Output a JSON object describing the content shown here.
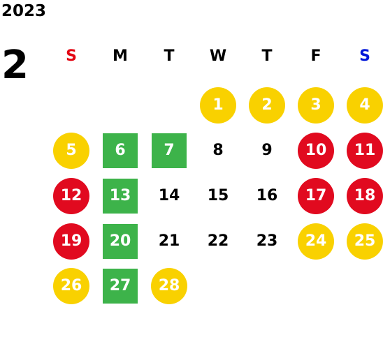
{
  "year": "2023",
  "month": "2",
  "colors": {
    "sunday": "#e30613",
    "saturday": "#0016d9",
    "weekday": "#000000",
    "yellow": "#f9d100",
    "red": "#e10a1f",
    "green": "#3db34a"
  },
  "weekdays": [
    {
      "label": "S",
      "type": "sunday"
    },
    {
      "label": "M",
      "type": "weekday"
    },
    {
      "label": "T",
      "type": "weekday"
    },
    {
      "label": "W",
      "type": "weekday"
    },
    {
      "label": "T",
      "type": "weekday"
    },
    {
      "label": "F",
      "type": "weekday"
    },
    {
      "label": "S",
      "type": "saturday"
    }
  ],
  "days": [
    {
      "n": "1",
      "mark": "yellow"
    },
    {
      "n": "2",
      "mark": "yellow"
    },
    {
      "n": "3",
      "mark": "yellow"
    },
    {
      "n": "4",
      "mark": "yellow"
    },
    {
      "n": "5",
      "mark": "yellow"
    },
    {
      "n": "6",
      "mark": "green"
    },
    {
      "n": "7",
      "mark": "green"
    },
    {
      "n": "8",
      "mark": "none"
    },
    {
      "n": "9",
      "mark": "none"
    },
    {
      "n": "10",
      "mark": "red"
    },
    {
      "n": "11",
      "mark": "red"
    },
    {
      "n": "12",
      "mark": "red"
    },
    {
      "n": "13",
      "mark": "green"
    },
    {
      "n": "14",
      "mark": "none"
    },
    {
      "n": "15",
      "mark": "none"
    },
    {
      "n": "16",
      "mark": "none"
    },
    {
      "n": "17",
      "mark": "red"
    },
    {
      "n": "18",
      "mark": "red"
    },
    {
      "n": "19",
      "mark": "red"
    },
    {
      "n": "20",
      "mark": "green"
    },
    {
      "n": "21",
      "mark": "none"
    },
    {
      "n": "22",
      "mark": "none"
    },
    {
      "n": "23",
      "mark": "none"
    },
    {
      "n": "24",
      "mark": "yellow"
    },
    {
      "n": "25",
      "mark": "yellow"
    },
    {
      "n": "26",
      "mark": "yellow"
    },
    {
      "n": "27",
      "mark": "green"
    },
    {
      "n": "28",
      "mark": "yellow"
    }
  ]
}
